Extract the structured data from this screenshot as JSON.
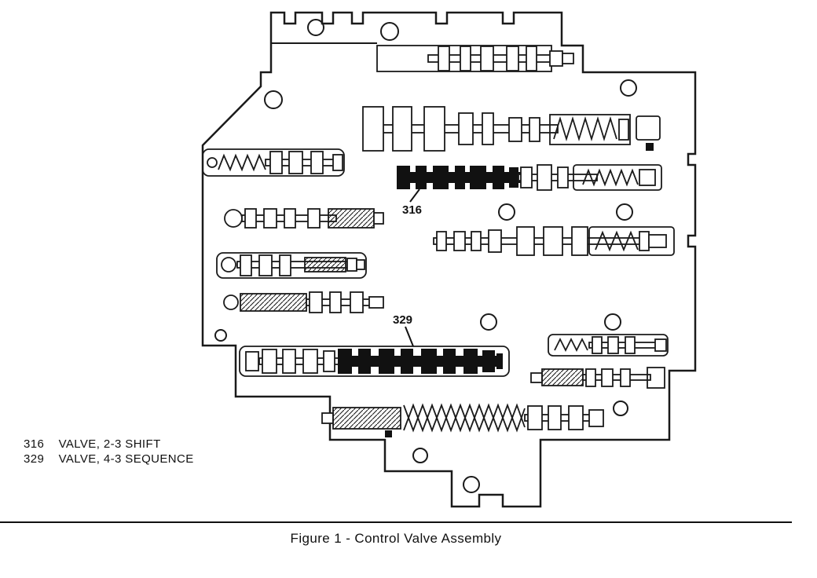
{
  "figure": {
    "caption": "Figure 1 - Control Valve Assembly",
    "legend": [
      {
        "ref": "316",
        "label": "VALVE, 2-3 SHIFT"
      },
      {
        "ref": "329",
        "label": "VALVE, 4-3 SEQUENCE"
      }
    ],
    "callouts": {
      "valve_316": "316",
      "valve_329": "329"
    },
    "highlighted_parts": [
      {
        "ref": "316",
        "name": "VALVE, 2-3 SHIFT",
        "style": "solid-black"
      },
      {
        "ref": "329",
        "name": "VALVE, 4-3 SEQUENCE",
        "style": "solid-black"
      }
    ],
    "colors": {
      "ink": "#1a1a1a",
      "background": "#ffffff",
      "highlight_fill": "#111111"
    }
  }
}
